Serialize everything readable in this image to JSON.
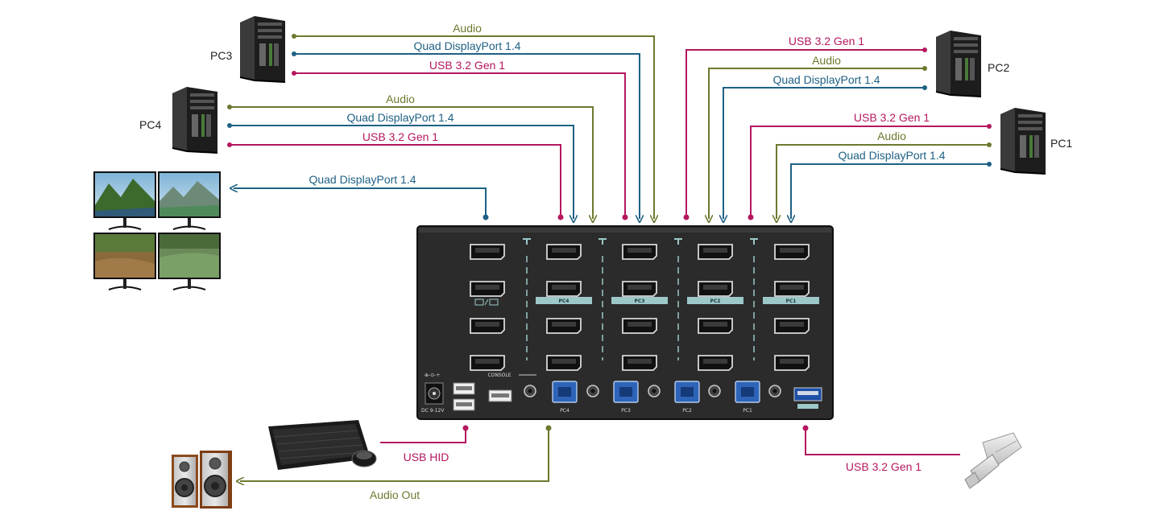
{
  "colors": {
    "audio": "#6b7a2e",
    "video": "#1e6184",
    "usb": "#b5175f",
    "device_body": "#2b2b2b",
    "label_tag": "#9cc8c8"
  },
  "pcs": {
    "pc1": "PC1",
    "pc2": "PC2",
    "pc3": "PC3",
    "pc4": "PC4"
  },
  "connections": {
    "pc3_audio": "Audio",
    "pc3_video": "Quad DisplayPort 1.4",
    "pc3_usb": "USB 3.2 Gen 1",
    "pc4_audio": "Audio",
    "pc4_video": "Quad DisplayPort 1.4",
    "pc4_usb": "USB 3.2 Gen 1",
    "pc2_usb": "USB 3.2 Gen 1",
    "pc2_audio": "Audio",
    "pc2_video": "Quad DisplayPort 1.4",
    "pc1_usb": "USB 3.2 Gen 1",
    "pc1_audio": "Audio",
    "pc1_video": "Quad DisplayPort 1.4",
    "monitors_video": "Quad DisplayPort 1.4",
    "usb_hid": "USB HID",
    "audio_out": "Audio Out",
    "usb_drive": "USB 3.2 Gen 1"
  },
  "device": {
    "console_label": "CONSOLE",
    "power_label": "DC 9-12V",
    "port_tags": [
      "PC4",
      "PC3",
      "PC2",
      "PC1"
    ],
    "bottom_tags": [
      "PC4",
      "PC3",
      "PC2",
      "PC1"
    ]
  },
  "icons": {
    "monitor_wall": "quad-monitor-icon",
    "keyboard": "keyboard-mouse-icon",
    "speakers": "speakers-icon",
    "usb_drive": "usb-flash-drive-icon",
    "tower": "pc-tower-icon"
  }
}
